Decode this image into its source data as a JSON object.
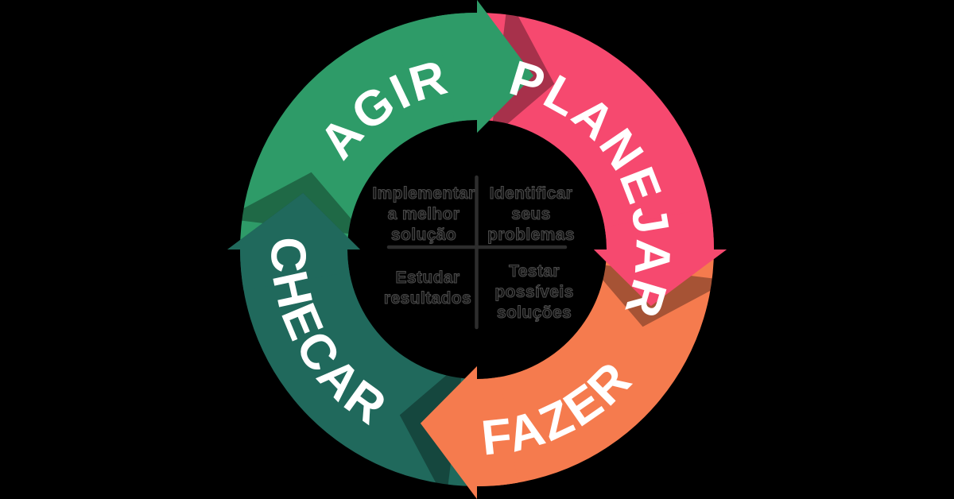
{
  "diagram": {
    "kind": "pdca-cycle",
    "direction": "clockwise",
    "background_color": "#000000",
    "divider_color": "#2d2d2d",
    "label_text_color": "#ffffff",
    "description_text_color": "#121212"
  },
  "cycle": {
    "steps": [
      {
        "label": "AGIR",
        "color": "#2E9B68",
        "position": "top-left",
        "desc_lines": [
          "Implementar",
          "a melhor",
          "solução"
        ]
      },
      {
        "label": "PLANEJAR",
        "color": "#F6496F",
        "position": "top-right",
        "desc_lines": [
          "Identificar",
          "seus",
          "problemas"
        ]
      },
      {
        "label": "FAZER",
        "color": "#F57B4E",
        "position": "bottom-right",
        "desc_lines": [
          "Testar",
          "possíveis",
          "soluções"
        ]
      },
      {
        "label": "CHECAR",
        "color": "#20695C",
        "position": "bottom-left",
        "desc_lines": [
          "Estudar",
          "resultados"
        ]
      }
    ]
  }
}
